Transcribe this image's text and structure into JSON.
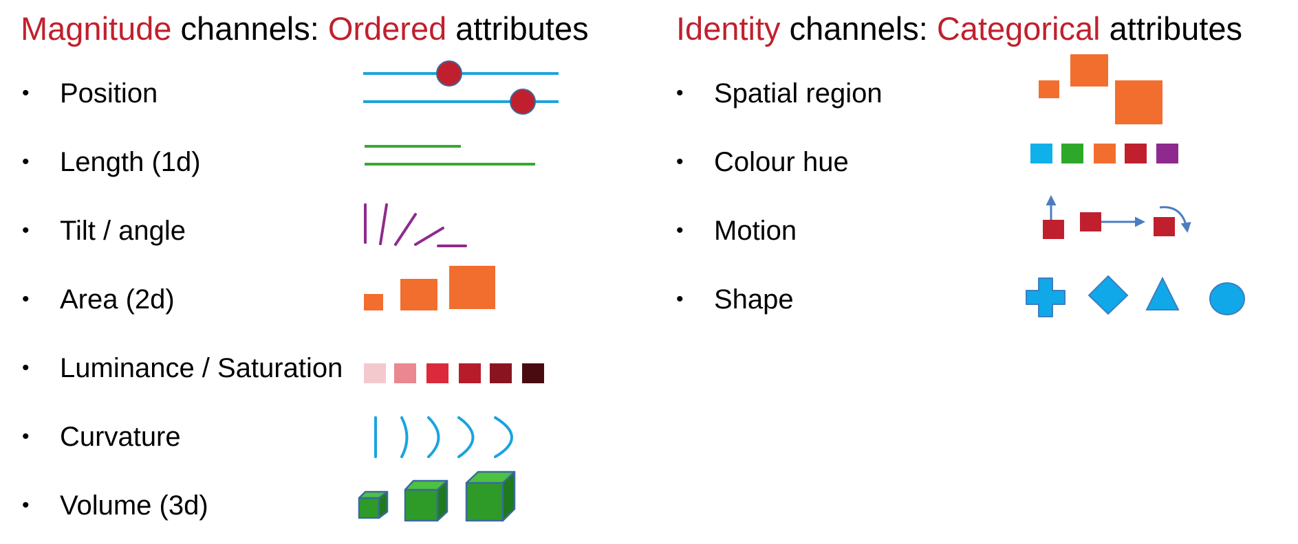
{
  "left_panel": {
    "heading": {
      "accent_1": "Magnitude",
      "text_1": " channels: ",
      "accent_2": "Ordered",
      "text_2": " attributes"
    },
    "bullet": "•",
    "items": [
      {
        "label": "Position",
        "glyph": "position-sliders"
      },
      {
        "label": "Length (1d)",
        "glyph": "length-lines"
      },
      {
        "label": "Tilt / angle",
        "glyph": "tilted-lines"
      },
      {
        "label": "Area (2d)",
        "glyph": "area-squares"
      },
      {
        "label": "Luminance / Saturation",
        "glyph": "luminance-swatches"
      },
      {
        "label": "Curvature",
        "glyph": "curved-arcs"
      },
      {
        "label": "Volume (3d)",
        "glyph": "volume-cubes"
      }
    ]
  },
  "right_panel": {
    "heading": {
      "accent_1": "Identity",
      "text_1": " channels: ",
      "accent_2": "Categorical",
      "text_2": " attributes"
    },
    "bullet": "•",
    "items": [
      {
        "label": "Spatial region",
        "glyph": "spatial-squares"
      },
      {
        "label": "Colour hue",
        "glyph": "hue-swatches"
      },
      {
        "label": "Motion",
        "glyph": "motion-arrows"
      },
      {
        "label": "Shape",
        "glyph": "shape-set"
      }
    ]
  },
  "colors": {
    "accent_red": "#c0202d",
    "slider_blue": "#1aa3e0",
    "dot_red": "#c0202d",
    "length_green": "#38a82e",
    "tilt_purple": "#8e2a8e",
    "area_orange": "#f26e2e",
    "luminance_ramp": [
      "#f4c9cd",
      "#ea8790",
      "#dc2a3c",
      "#b71c2b",
      "#8a1520",
      "#4a0b10"
    ],
    "curve_blue": "#1aa3e0",
    "cube_green": "#38a82e",
    "cube_edge": "#3a6a9a",
    "hue_swatches": [
      "#10b0ea",
      "#2ea82a",
      "#f26e2e",
      "#c0202d",
      "#8e2a8e"
    ],
    "motion_red": "#c0202d",
    "motion_arrow": "#4a7ec0",
    "shape_blue": "#10a8e8",
    "shape_edge": "#3a7ec0"
  },
  "chart_data": {
    "type": "table",
    "magnitude_position_levels": [
      0.45,
      0.82
    ],
    "magnitude_length_levels": [
      0.57,
      1.0
    ],
    "magnitude_tilt_angles_deg": [
      90,
      75,
      55,
      30,
      0
    ],
    "magnitude_area_levels": [
      1,
      2,
      3
    ],
    "magnitude_luminance_steps": 6,
    "magnitude_curvature_levels": [
      0,
      1,
      2,
      3,
      4
    ],
    "magnitude_volume_levels": [
      1,
      2,
      3
    ],
    "identity_hue_count": 5,
    "identity_shapes": [
      "cross",
      "diamond",
      "triangle",
      "circle"
    ]
  }
}
